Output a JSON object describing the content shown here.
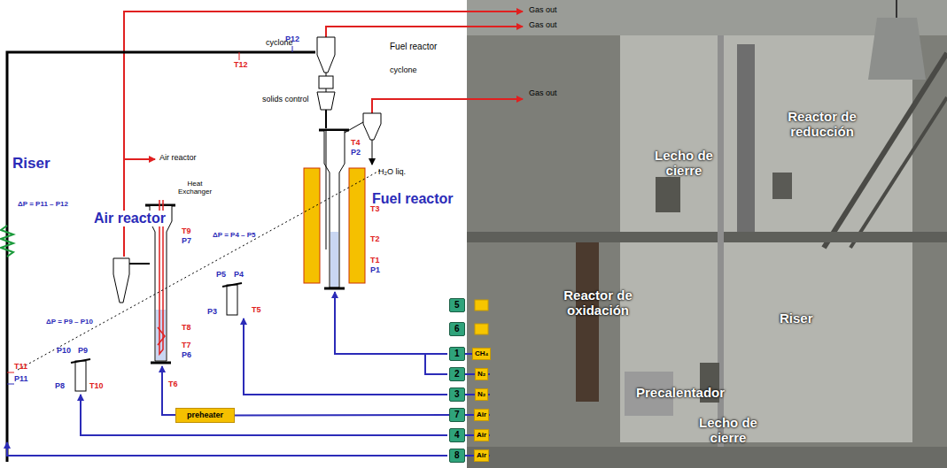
{
  "diagram": {
    "nodes": [
      {
        "text": [
          "5"
        ]
      },
      {
        "text": [
          "6"
        ]
      },
      {
        "text": [
          "1"
        ]
      },
      {
        "text": [
          "CH₄"
        ]
      },
      {
        "text": [
          "2"
        ]
      },
      {
        "text": [
          "N₂"
        ]
      },
      {
        "text": [
          "3"
        ]
      },
      {
        "text": [
          "N₂"
        ]
      },
      {
        "text": [
          "preheater"
        ]
      },
      {
        "text": [
          "7"
        ]
      },
      {
        "text": [
          "Air"
        ]
      },
      {
        "text": [
          "4"
        ]
      },
      {
        "text": [
          "Air"
        ]
      },
      {
        "text": [
          "8"
        ]
      },
      {
        "text": [
          "Air"
        ]
      }
    ],
    "edges": [
      {
        "from": 9,
        "to": 8,
        "arrow": "none"
      }
    ],
    "labels": [
      "Gas out",
      "Gas out",
      "P12",
      "T12",
      "cyclone",
      "Fuel reactor",
      "cyclone",
      "solids control",
      "Gas out",
      "Riser",
      "Air reactor",
      "ΔP = P11 – P12",
      "Air reactor",
      "Fuel reactor",
      "Heat Exchanger",
      "T4",
      "P2",
      "H₂O liq.",
      "ΔP = P4 – P5",
      "T3",
      "T9",
      "P7",
      "T2",
      "T1",
      "P1",
      "P5",
      "P4",
      "P3",
      "T5",
      "ΔP = P9 – P10",
      "T8",
      "T7",
      "P6",
      "P10",
      "P9",
      "T11",
      "P11",
      "P8",
      "T10",
      "T6",
      "Lecho de cierre",
      "Reactor de reducción",
      "Reactor de oxidación",
      "Riser",
      "Precalentador",
      "Lecho de cierre"
    ]
  }
}
